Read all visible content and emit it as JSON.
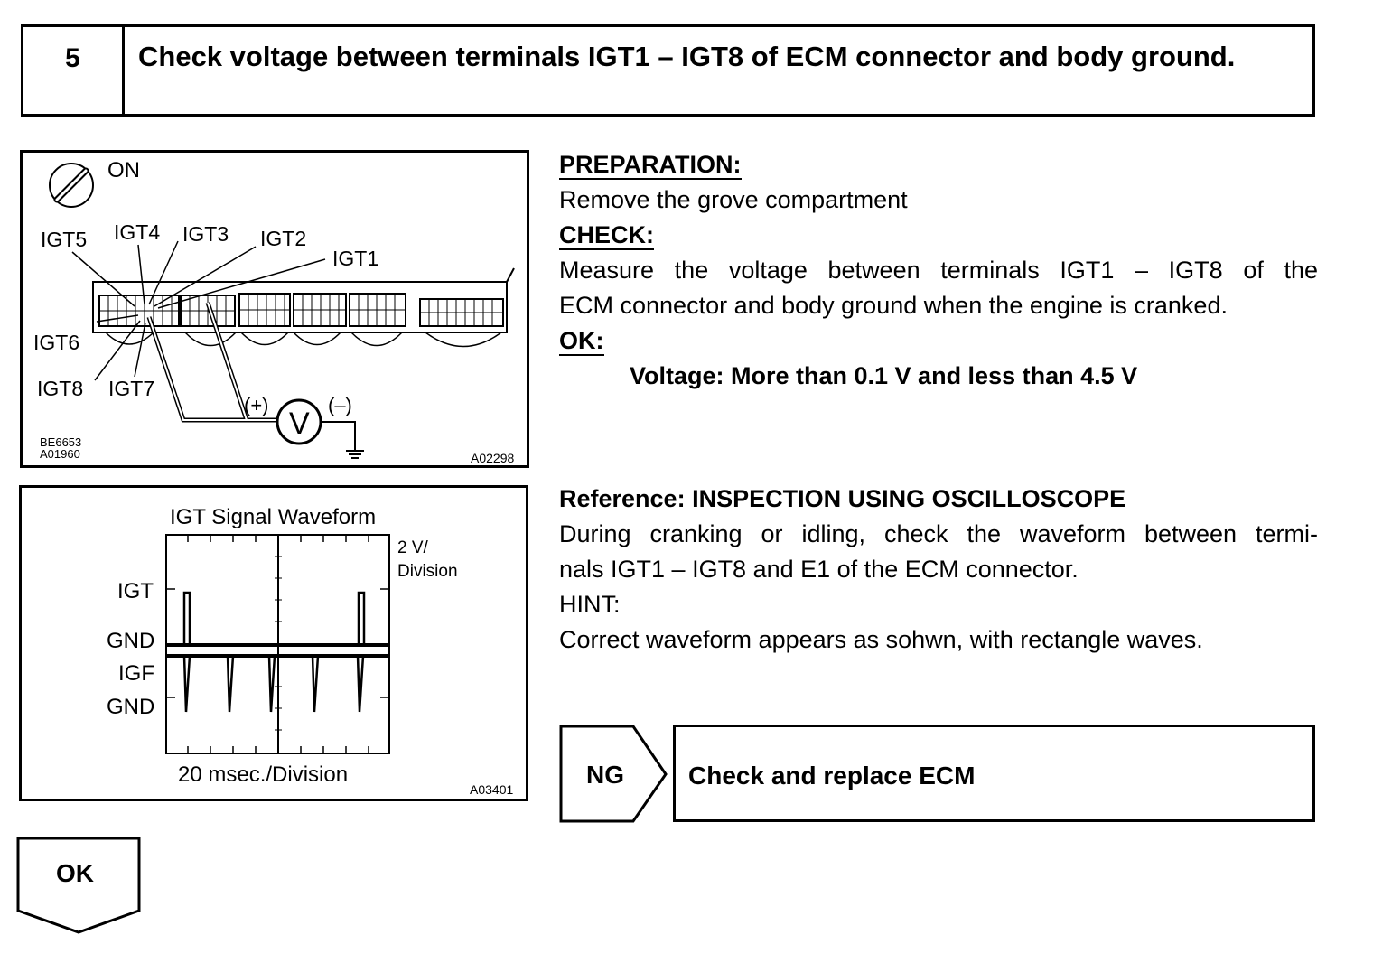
{
  "step": {
    "number": "5",
    "title": "Check voltage between terminals IGT1 – IGT8 of ECM connector and body ground."
  },
  "figure1": {
    "ignition_state": "ON",
    "terminals": [
      "IGT5",
      "IGT4",
      "IGT3",
      "IGT2",
      "IGT1",
      "IGT6",
      "IGT8",
      "IGT7"
    ],
    "meter_symbol": "V",
    "plus_label": "(+)",
    "minus_label": "(–)",
    "code_left_1": "BE6653",
    "code_left_2": "A01960",
    "code_right": "A02298"
  },
  "figure2": {
    "title": "IGT Signal Waveform",
    "scale_v": "2 V/",
    "scale_v2": "Division",
    "label_igt": "IGT",
    "label_gnd1": "GND",
    "label_igf": "IGF",
    "label_gnd2": "GND",
    "time_scale": "20 msec./Division",
    "code": "A03401"
  },
  "preparation": {
    "heading": "PREPARATION:",
    "text": "Remove the grove compartment"
  },
  "check": {
    "heading": "CHECK:",
    "line1": "Measure the voltage between terminals IGT1 – IGT8 of the",
    "line2": "ECM connector and body ground when the engine is cranked."
  },
  "ok": {
    "heading": "OK:",
    "spec": "Voltage: More than 0.1 V and less than 4.5 V"
  },
  "reference": {
    "heading": "Reference: INSPECTION USING OSCILLOSCOPE",
    "line1": "During cranking or idling, check the waveform between termi-",
    "line2": "nals IGT1 – IGT8 and E1 of the ECM connector.",
    "hint_label": "HINT:",
    "hint_text": "Correct waveform appears as sohwn, with rectangle waves."
  },
  "ng": {
    "label": "NG",
    "action": "Check and replace ECM"
  },
  "ok_arrow": {
    "label": "OK"
  }
}
